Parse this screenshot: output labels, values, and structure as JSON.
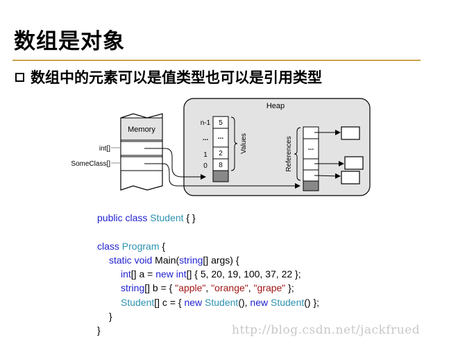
{
  "slide": {
    "title": "数组是对象",
    "bullet": "数组中的元素可以是值类型也可以是引用类型"
  },
  "diagram": {
    "heap_label": "Heap",
    "memory_label": "Memory",
    "int_array_label": "int[]",
    "someclass_array_label": "SomeClass[]",
    "values_label": "Values",
    "references_label": "References",
    "index_n1": "n-1",
    "index_dots": "...",
    "index_1": "1",
    "index_0": "0",
    "cell_top": "5",
    "cell_dots": "...",
    "cell_mid": "2",
    "cell_bottom": "8",
    "ref_dots": "..."
  },
  "code": {
    "line1": {
      "kw1": "public",
      "kw2": "class",
      "type": "Student",
      "rest": " { }"
    },
    "line3": {
      "kw": "class",
      "type": "Program",
      "rest": " {"
    },
    "line4": {
      "kw": "static",
      "kw2": "void",
      "name": " Main(",
      "kw3": "string",
      "rest": "[] args) {"
    },
    "line5": {
      "kw": "int",
      "mid": "[] a = ",
      "kw2": "new",
      "kw3": "int",
      "rest": "[] { 5, 20, 19, 100, 37, 22 };"
    },
    "line6": {
      "kw": "string",
      "mid": "[] b = { ",
      "s1": "\"apple\"",
      "c1": ", ",
      "s2": "\"orange\"",
      "c2": ", ",
      "s3": "\"grape\"",
      "rest": " };"
    },
    "line7": {
      "type": "Student",
      "mid": "[] c = { ",
      "kw": "new",
      "type2": "Student",
      "mid2": "(), ",
      "kw2": "new",
      "type3": "Student",
      "rest": "() };"
    },
    "line8": "}",
    "line9": "}"
  },
  "watermark": "http://blog.csdn.net/jackfrued",
  "colors": {
    "keyword": "#1f1fd0",
    "type": "#2b91af",
    "string": "#a31515",
    "rule": "#c8a24a",
    "heap_fill": "#e3e3e3"
  }
}
